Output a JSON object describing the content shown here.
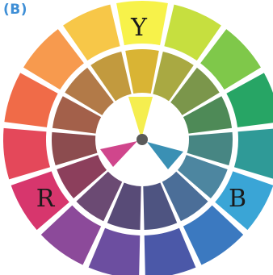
{
  "panel_label": "(B)",
  "primaries": {
    "yellow": "Y",
    "red": "R",
    "blue": "B"
  },
  "wheel": {
    "outer_ring": [
      "#f7f24a",
      "#c6df3f",
      "#7fc84a",
      "#27a565",
      "#2f9a97",
      "#3aa5d6",
      "#3b79c0",
      "#4b58a8",
      "#6c4ea0",
      "#8c4a9a",
      "#d7366d",
      "#e4485a",
      "#f06b48",
      "#f79a4e",
      "#f7c748"
    ],
    "middle_ring": [
      "#d9b434",
      "#a9a942",
      "#7b964b",
      "#4e8a57",
      "#478683",
      "#4d86a0",
      "#4b6e98",
      "#4e5481",
      "#584b77",
      "#6b4a73",
      "#8c3f5c",
      "#8c4c4f",
      "#a3604a",
      "#b27a48",
      "#c29a3e"
    ],
    "inner_triangles": {
      "yellow": "#f5ee4f",
      "red": "#d0468c",
      "blue": "#3a90b4"
    },
    "center_dot": "#5a5a5a"
  }
}
